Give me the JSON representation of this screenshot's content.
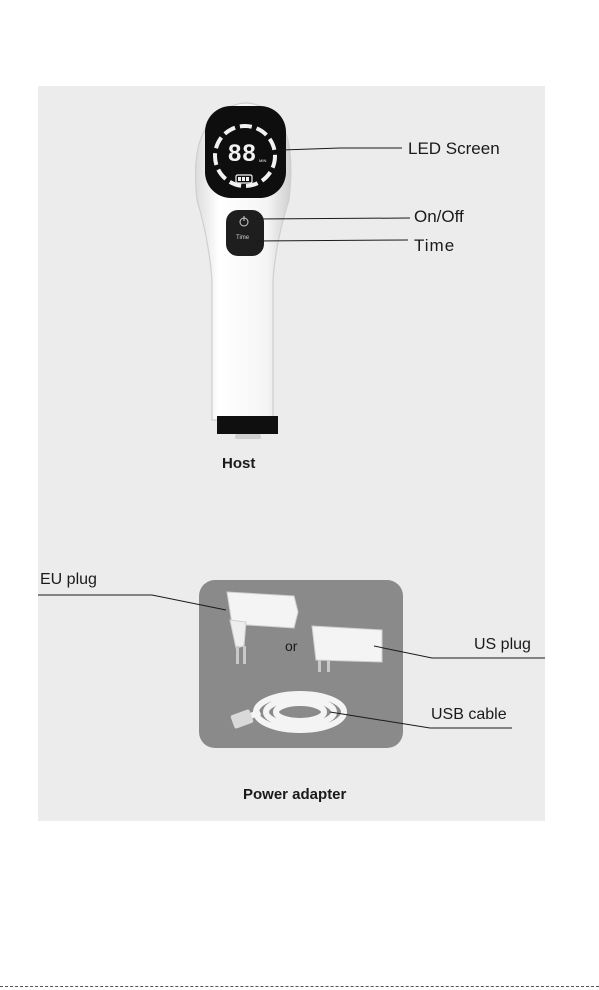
{
  "host": {
    "caption": "Host",
    "callouts": {
      "led_screen": "LED Screen",
      "on_off": "On/Off",
      "time": "Time"
    },
    "display_digits": "88",
    "display_unit": "MIN",
    "time_button_text": "Time"
  },
  "power_adapter": {
    "caption": "Power adapter",
    "callouts": {
      "eu_plug": "EU plug",
      "us_plug": "US plug",
      "usb_cable": "USB cable"
    },
    "or_text": "or"
  },
  "colors": {
    "panel": "#ececec",
    "adapter_box": "#8a8a8a",
    "device_body": "#f7f7f7",
    "screen": "#0e0e0e",
    "accent": "#111111"
  }
}
